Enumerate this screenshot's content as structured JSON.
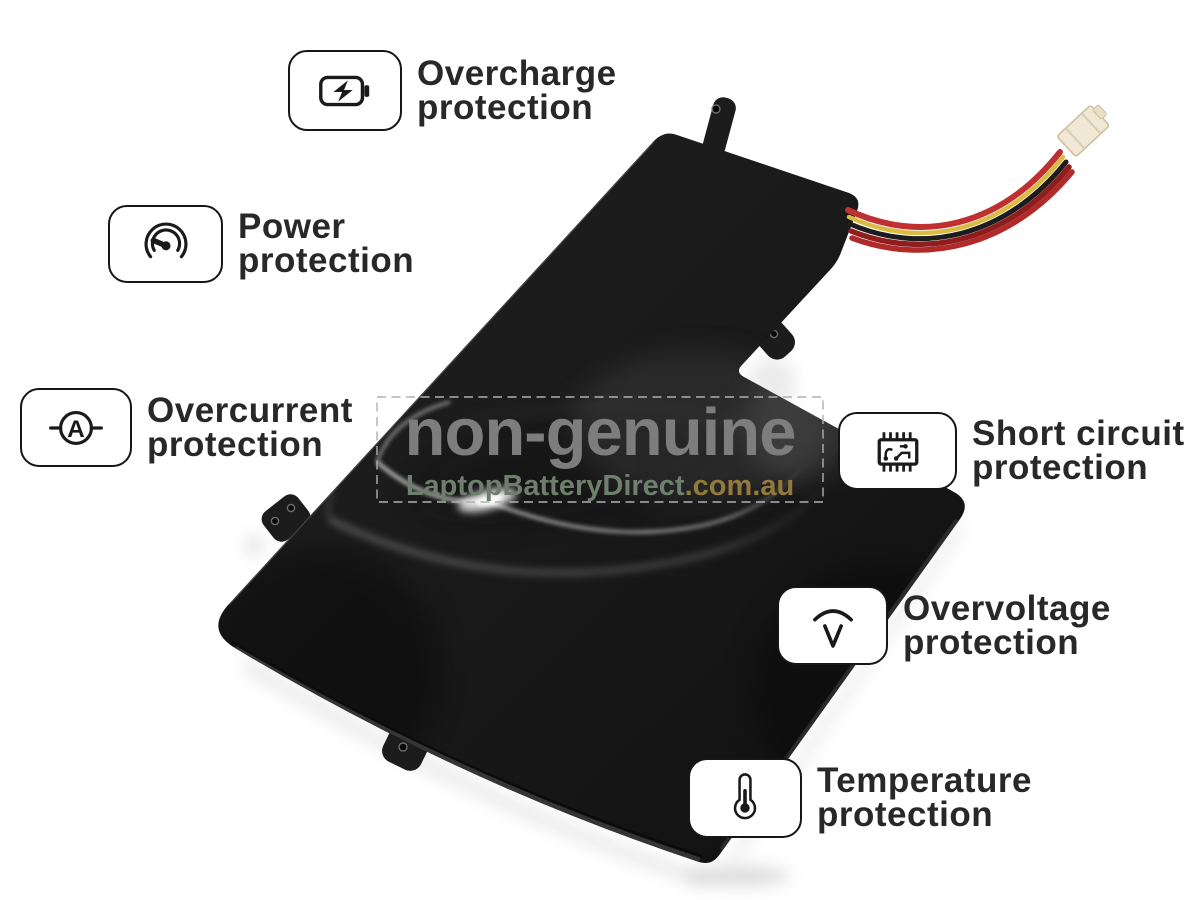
{
  "watermark": {
    "title": "non-genuine",
    "site_name": "LaptopBatteryDirect",
    "site_tld": ".com.au",
    "title_color": "#7d7d7d",
    "site_name_color": "#6f7f6d",
    "site_tld_color": "#93793b"
  },
  "features": [
    {
      "icon": "battery-charge-icon",
      "line1": "Overcharge",
      "line2": "protection"
    },
    {
      "icon": "power-gauge-icon",
      "line1": "Power",
      "line2": "protection"
    },
    {
      "icon": "ammeter-icon",
      "line1": "Overcurrent",
      "line2": "protection"
    },
    {
      "icon": "circuit-chip-icon",
      "line1": "Short circuit",
      "line2": "protection"
    },
    {
      "icon": "voltage-icon",
      "line1": "Overvoltage",
      "line2": "protection"
    },
    {
      "icon": "thermometer-icon",
      "line1": "Temperature",
      "line2": "protection"
    }
  ],
  "photo": {
    "body_color": "#161616",
    "wire_colors": [
      "#c23232",
      "#8f1d1d",
      "#d9bc45",
      "#1c1c1c"
    ],
    "connector_color": "#f0e8d4"
  }
}
